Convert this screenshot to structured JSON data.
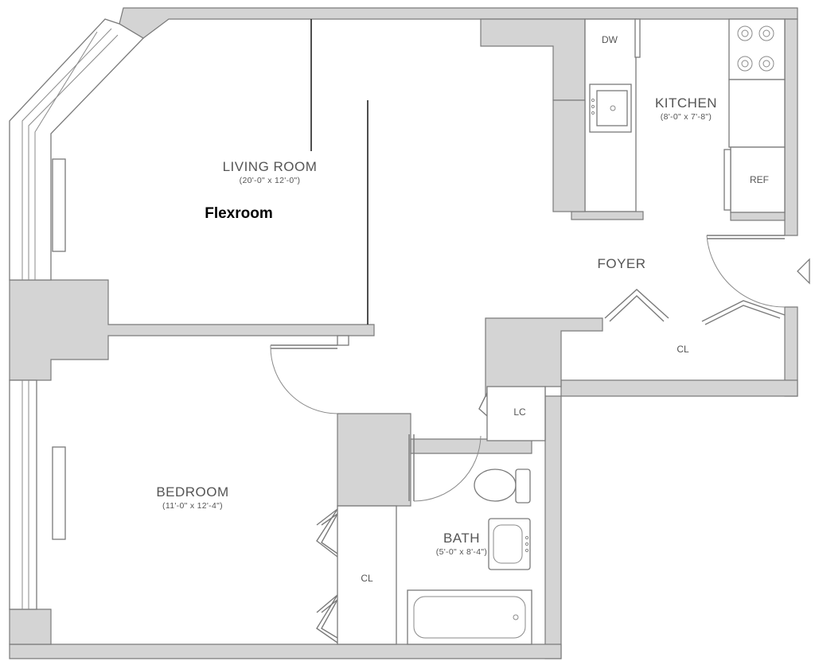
{
  "rooms": {
    "living": {
      "name": "LIVING ROOM",
      "dims": "(20'-0\" x 12'-0\")"
    },
    "flex": {
      "name": "Flexroom"
    },
    "kitchen": {
      "name": "KITCHEN",
      "dims": "(8'-0\" x 7'-8\")"
    },
    "foyer": {
      "name": "FOYER"
    },
    "bedroom": {
      "name": "BEDROOM",
      "dims": "(11'-0\" x 12'-4\")"
    },
    "bath": {
      "name": "BATH",
      "dims": "(5'-0\" x 8'-4\")"
    }
  },
  "fixtures": {
    "dishwasher": "DW",
    "refrigerator": "REF",
    "foyer_closet": "CL",
    "linen_closet": "LC",
    "bedroom_closet": "CL"
  },
  "colors": {
    "wall": "#d4d4d4",
    "outline": "#7a7a7a",
    "text": "#555555"
  }
}
